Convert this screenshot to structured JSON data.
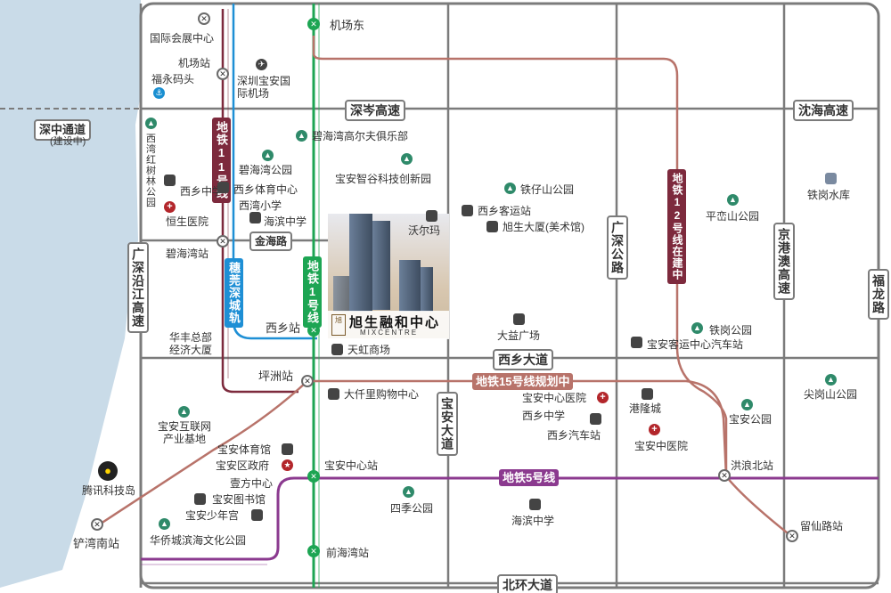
{
  "colors": {
    "road": "#7b7b7b",
    "line11": "#7d2a3d",
    "line1": "#1da553",
    "sui": "#1e8fd5",
    "line5": "#8b3a8f",
    "line15": "#b8736a",
    "line12": "#b8736a",
    "sea": "#c9dbe8",
    "park": "#2f8a6a"
  },
  "roads": {
    "shenzhong": "深中通道",
    "shenzhong_sub": "(建设中)",
    "shencen": "深岑高速",
    "shenhai": "沈海高速",
    "guangshen_coast": "广深沿江高速",
    "guangshen_road": "广深公路",
    "jingang": "京港澳高速",
    "fulong": "福龙路",
    "xixiang_ave": "西乡大道",
    "baoan_ave": "宝安大道",
    "beihuan": "北环大道",
    "jinhai": "金海路"
  },
  "metro_tags": {
    "line11": "地铁11号线",
    "line1": "地铁1号线",
    "sui": "穗莞深城轨",
    "line12": "地铁12号线在建中",
    "line15": "地铁15号线规划中",
    "line5": "地铁5号线"
  },
  "places": {
    "expo": "国际会展中心",
    "jichang_station": "机场站",
    "jichang_east": "机场东",
    "fuyong_pier": "福永码头",
    "airport": "深圳宝安国际机场",
    "mangrove": "西湾红树林公园",
    "golf": "碧海湾高尔夫俱乐部",
    "bihaiwan_park": "碧海湾公园",
    "zhigu": "宝安智谷科技创新园",
    "tiezaishan": "铁仔山公园",
    "pingluan": "平峦山公园",
    "tiegang_reservoir": "铁岗水库",
    "xixiang_middle": "西乡中学",
    "gym_center": "西乡体育中心",
    "hengsheng": "恒生医院",
    "xixiang_primary": "西湾小学",
    "haibin_middle_n": "海滨中学",
    "walmart": "沃尔玛",
    "xixiang_passenger": "西乡客运站",
    "xusheng_tower": "旭生大厦(美术馆)",
    "bihaiwan_station": "碧海湾站",
    "huafeng": "华丰总部经济大厦",
    "xixiang_station": "西乡站",
    "tianhong": "天虹商场",
    "dayi": "大益广场",
    "tiegang_park": "铁岗公园",
    "baoan_bus": "宝安客运中心汽车站",
    "pingzhou": "坪洲站",
    "daqianli": "大仟里购物中心",
    "baoan_hospital": "宝安中心医院",
    "xixiang_middle2": "西乡中学",
    "xixiang_bus": "西乡汽车站",
    "ganglong": "港隆城",
    "baoan_tcm": "宝安中医院",
    "jiangang": "尖岗山公园",
    "baoan_park": "宝安公园",
    "internet": "宝安互联网产业基地",
    "stadium": "宝安体育馆",
    "gov": "宝安区政府",
    "yifang": "壹方中心",
    "baoan_center": "宝安中心站",
    "hongl_north": "洪浪北站",
    "library": "宝安图书馆",
    "youth": "宝安少年宫",
    "siji": "四季公园",
    "haibin_middle": "海滨中学",
    "liuxian": "留仙路站",
    "tencent": "腾讯科技岛",
    "chanwan": "铲湾南站",
    "huaqiao": "华侨城滨海文化公园",
    "qianhaiwan": "前海湾站"
  },
  "project": {
    "name_cn": "旭生融和中心",
    "name_en": "MIXCENTRE",
    "logo": "旭"
  },
  "icons": {
    "metro": "metro-station-icon",
    "park": "park-icon",
    "building": "building-icon",
    "hospital": "hospital-icon",
    "plane": "airport-icon",
    "bus": "bus-icon",
    "ferry": "ferry-icon",
    "gov": "government-icon",
    "qq": "tencent-qq-icon"
  }
}
